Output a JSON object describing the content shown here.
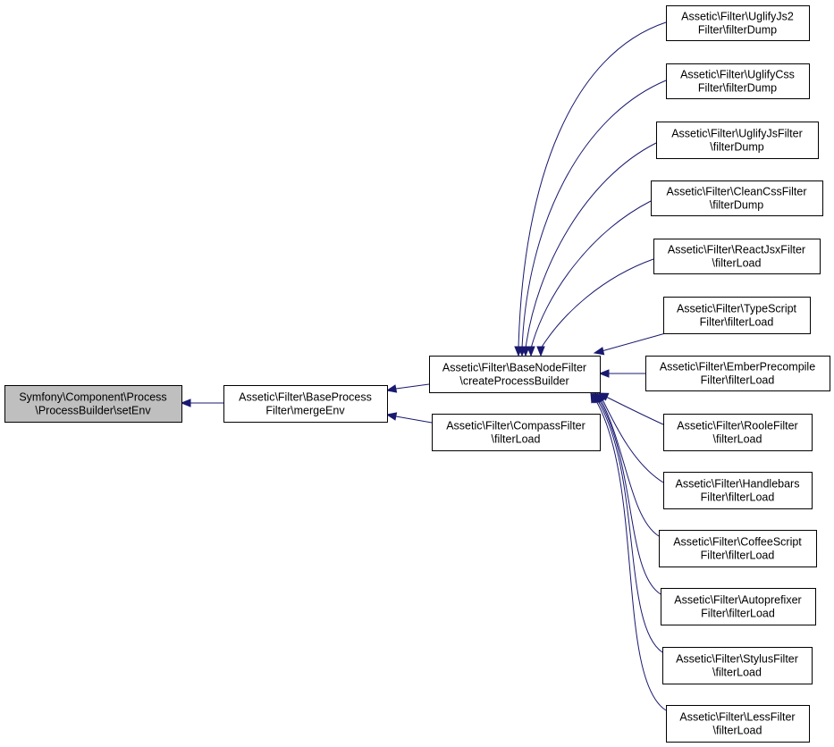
{
  "nodes": [
    {
      "id": "setEnv",
      "lines": [
        "Symfony\\Component\\Process",
        "\\ProcessBuilder\\setEnv"
      ],
      "highlight": true
    },
    {
      "id": "mergeEnv",
      "lines": [
        "Assetic\\Filter\\BaseProcess",
        "Filter\\mergeEnv"
      ]
    },
    {
      "id": "createProcessBuilder",
      "lines": [
        "Assetic\\Filter\\BaseNodeFilter",
        "\\createProcessBuilder"
      ]
    },
    {
      "id": "compassLoad",
      "lines": [
        "Assetic\\Filter\\CompassFilter",
        "\\filterLoad"
      ]
    },
    {
      "id": "uglifyJs2Dump",
      "lines": [
        "Assetic\\Filter\\UglifyJs2",
        "Filter\\filterDump"
      ]
    },
    {
      "id": "uglifyCssDump",
      "lines": [
        "Assetic\\Filter\\UglifyCss",
        "Filter\\filterDump"
      ]
    },
    {
      "id": "uglifyJsDump",
      "lines": [
        "Assetic\\Filter\\UglifyJsFilter",
        "\\filterDump"
      ]
    },
    {
      "id": "cleanCssDump",
      "lines": [
        "Assetic\\Filter\\CleanCssFilter",
        "\\filterDump"
      ]
    },
    {
      "id": "reactJsxLoad",
      "lines": [
        "Assetic\\Filter\\ReactJsxFilter",
        "\\filterLoad"
      ]
    },
    {
      "id": "typeScriptLoad",
      "lines": [
        "Assetic\\Filter\\TypeScript",
        "Filter\\filterLoad"
      ]
    },
    {
      "id": "emberLoad",
      "lines": [
        "Assetic\\Filter\\EmberPrecompile",
        "Filter\\filterLoad"
      ]
    },
    {
      "id": "rooleLoad",
      "lines": [
        "Assetic\\Filter\\RooleFilter",
        "\\filterLoad"
      ]
    },
    {
      "id": "handlebarsLoad",
      "lines": [
        "Assetic\\Filter\\Handlebars",
        "Filter\\filterLoad"
      ]
    },
    {
      "id": "coffeeLoad",
      "lines": [
        "Assetic\\Filter\\CoffeeScript",
        "Filter\\filterLoad"
      ]
    },
    {
      "id": "autoprefixerLoad",
      "lines": [
        "Assetic\\Filter\\Autoprefixer",
        "Filter\\filterLoad"
      ]
    },
    {
      "id": "stylusLoad",
      "lines": [
        "Assetic\\Filter\\StylusFilter",
        "\\filterLoad"
      ]
    },
    {
      "id": "lessLoad",
      "lines": [
        "Assetic\\Filter\\LessFilter",
        "\\filterLoad"
      ]
    }
  ],
  "edges": [
    {
      "from": "mergeEnv",
      "to": "setEnv"
    },
    {
      "from": "createProcessBuilder",
      "to": "mergeEnv"
    },
    {
      "from": "compassLoad",
      "to": "mergeEnv"
    },
    {
      "from": "uglifyJs2Dump",
      "to": "createProcessBuilder"
    },
    {
      "from": "uglifyCssDump",
      "to": "createProcessBuilder"
    },
    {
      "from": "uglifyJsDump",
      "to": "createProcessBuilder"
    },
    {
      "from": "cleanCssDump",
      "to": "createProcessBuilder"
    },
    {
      "from": "reactJsxLoad",
      "to": "createProcessBuilder"
    },
    {
      "from": "typeScriptLoad",
      "to": "createProcessBuilder"
    },
    {
      "from": "emberLoad",
      "to": "createProcessBuilder"
    },
    {
      "from": "rooleLoad",
      "to": "createProcessBuilder"
    },
    {
      "from": "handlebarsLoad",
      "to": "createProcessBuilder"
    },
    {
      "from": "coffeeLoad",
      "to": "createProcessBuilder"
    },
    {
      "from": "autoprefixerLoad",
      "to": "createProcessBuilder"
    },
    {
      "from": "stylusLoad",
      "to": "createProcessBuilder"
    },
    {
      "from": "lessLoad",
      "to": "createProcessBuilder"
    }
  ],
  "colors": {
    "edge": "#191970",
    "highlight_fill": "#bfbfbf",
    "box_stroke": "#000000"
  }
}
